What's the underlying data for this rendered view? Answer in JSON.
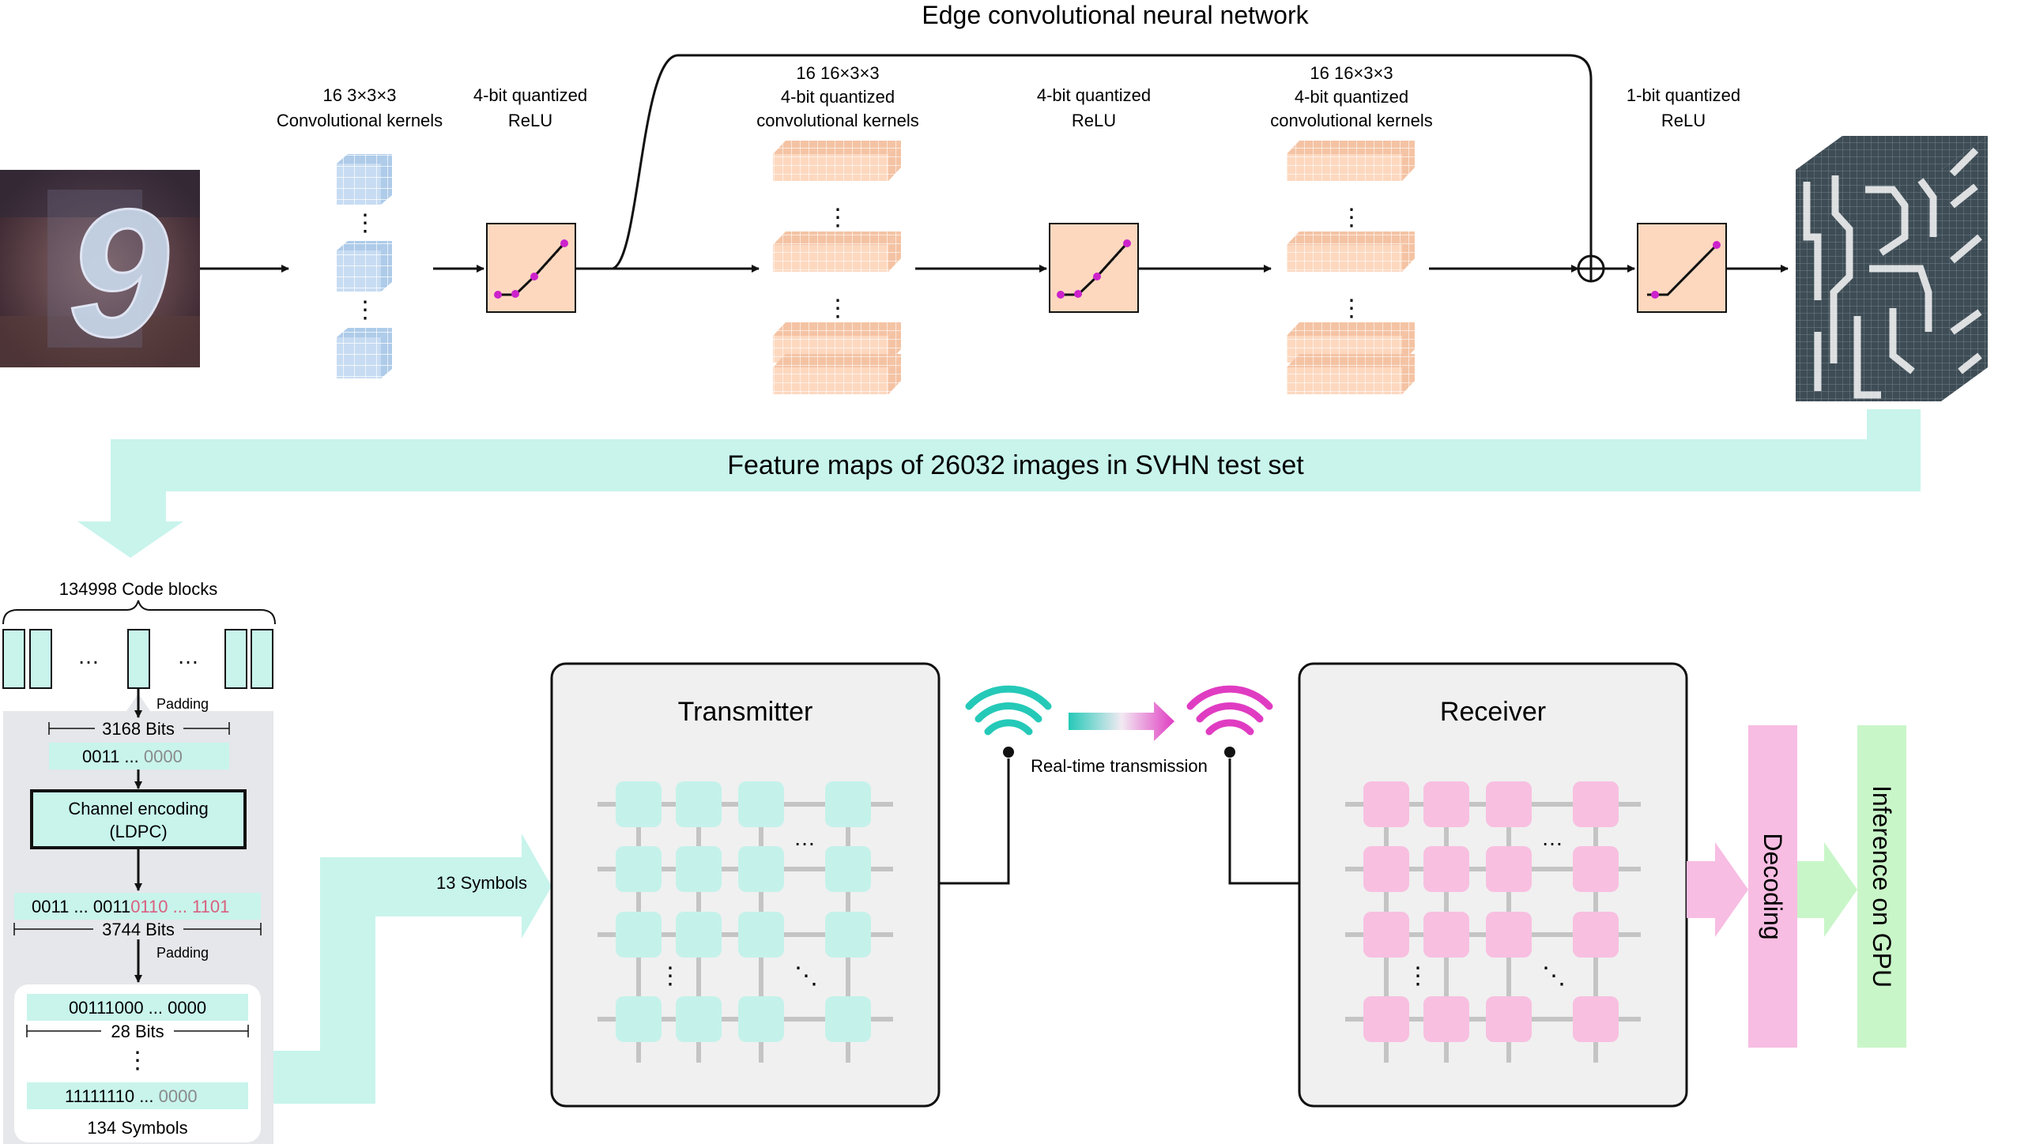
{
  "top": {
    "title": "Edge convolutional neural network",
    "stage1_label_1": "16 3×3×3",
    "stage1_label_2": "Convolutional kernels",
    "relu1_label_1": "4-bit quantized",
    "relu1_label_2": "ReLU",
    "stage2_label_1": "16 16×3×3",
    "stage2_label_2": "4-bit quantized",
    "stage2_label_3": "convolutional kernels",
    "relu2_label_1": "4-bit quantized",
    "relu2_label_2": "ReLU",
    "stage3_label_1": "16 16×3×3",
    "stage3_label_2": "4-bit quantized",
    "stage3_label_3": "convolutional kernels",
    "relu3_label_1": "1-bit quantized",
    "relu3_label_2": "ReLU",
    "input_digit": "9"
  },
  "band_label": "Feature maps of 26032 images in SVHN test set",
  "left": {
    "code_blocks": "134998 Code blocks",
    "ellipsis": "…",
    "padding_1": "Padding",
    "bits_3168": "3168 Bits",
    "row1_dark": "0011 ... ",
    "row1_gray": "0000",
    "encoder_line1": "Channel encoding",
    "encoder_line2": "(LDPC)",
    "row2_dark": "0011 ... 0011",
    "row2_pink": "0110 ... 1101",
    "bits_3744": "3744 Bits",
    "padding_2": "Padding",
    "sym_row1": "00111000 ... 0000",
    "bits_28": "28 Bits",
    "vdots": "⋮",
    "sym_row2_dark": "11111110 ... ",
    "sym_row2_gray": "0000",
    "symbols_134": "134 Symbols"
  },
  "symbols_13": "13 Symbols",
  "transmitter": {
    "title": "Transmitter",
    "hdots": "…",
    "vdots": "⋮",
    "ddots": "⋱"
  },
  "receiver": {
    "title": "Receiver",
    "hdots": "…",
    "vdots": "⋮",
    "ddots": "⋱"
  },
  "realtime": "Real-time transmission",
  "decoding": "Decoding",
  "inference": "Inference on GPU",
  "colors": {
    "mint": "#c8f4ec",
    "mint_cell": "#c4f2ea",
    "peach": "#fdd8bf",
    "blue_cube": "#c7dcf2",
    "pink_cell": "#f8bfe0",
    "magenta": "#cc22cc",
    "teal_wifi": "#25c9b8",
    "pink_wifi": "#e03cc2",
    "decoding_bar": "#f7bde2",
    "inference_bar": "#c9f6c9"
  }
}
